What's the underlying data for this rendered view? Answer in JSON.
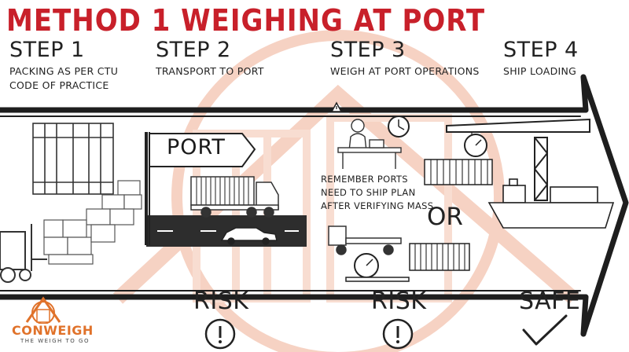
{
  "title": "METHOD 1 WEIGHING AT PORT",
  "steps": [
    {
      "heading": "STEP 1",
      "line1": "PACKING AS PER CTU",
      "line2": "CODE OF PRACTICE"
    },
    {
      "heading": "STEP 2",
      "line1": "TRANSPORT TO PORT"
    },
    {
      "heading": "STEP 3",
      "line1": "WEIGH AT PORT OPERATIONS"
    },
    {
      "heading": "STEP 4",
      "line1": "SHIP LOADING"
    }
  ],
  "port_sign": "PORT",
  "note": {
    "line1": "REMEMBER PORTS",
    "line2": "NEED TO SHIP PLAN",
    "line3": "AFTER VERIFYING MASS"
  },
  "or_text": "OR",
  "status": {
    "risk1": "RISK",
    "risk2": "RISK",
    "safe": "SAFE"
  },
  "logo": {
    "name": "CONWEIGH",
    "tagline": "THE WEIGH TO GO"
  },
  "colors": {
    "title": "#c8202a",
    "brand": "#e0722a",
    "watermark": "#f3c5b2"
  },
  "icons": [
    "warning-icon",
    "clock-icon",
    "scale-icon",
    "checkmark-icon",
    "exclamation-icon",
    "forklift-icon",
    "container-icon",
    "truck-icon",
    "car-icon",
    "crane-icon",
    "ship-icon"
  ]
}
